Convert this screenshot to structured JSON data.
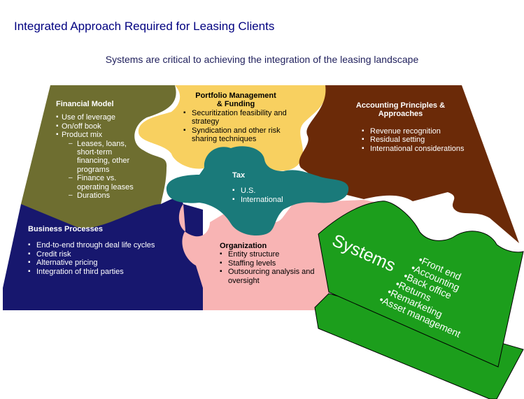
{
  "title": "Integrated Approach Required for Leasing Clients",
  "subtitle": "Systems are critical to achieving the integration of the leasing landscape",
  "colors": {
    "olive": "#6e6e30",
    "yellow": "#f8d060",
    "brown": "#6b2a08",
    "teal": "#1a7a7a",
    "navy": "#17176e",
    "pink": "#f8b4b4",
    "green": "#1c9e1c"
  },
  "financial_model": {
    "heading": "Financial Model",
    "items": [
      "Use of leverage",
      "On/off book",
      "Product mix"
    ],
    "sub_items": [
      "Leases, loans, short-term financing, other programs",
      "Finance vs. operating leases",
      "Durations"
    ]
  },
  "portfolio": {
    "heading_line1": "Portfolio Management",
    "heading_line2": "& Funding",
    "items": [
      "Securitization feasibility and strategy",
      "Syndication and other risk sharing techniques"
    ]
  },
  "accounting": {
    "heading_line1": "Accounting Principles &",
    "heading_line2": "Approaches",
    "items": [
      "Revenue recognition",
      "Residual setting",
      "International considerations"
    ]
  },
  "tax": {
    "heading": "Tax",
    "items": [
      "U.S.",
      "International"
    ]
  },
  "business": {
    "heading": "Business Processes",
    "items": [
      "End-to-end through deal life cycles",
      "Credit risk",
      "Alternative pricing",
      "Integration of third parties"
    ]
  },
  "organization": {
    "heading": "Organization",
    "items": [
      "Entity structure",
      "Staffing levels",
      "Outsourcing analysis and oversight"
    ]
  },
  "systems": {
    "heading": "Systems",
    "items": [
      "•Front end",
      "•Accounting",
      "•Back office",
      "•Returns",
      "•Remarketing",
      "•Asset management"
    ]
  }
}
